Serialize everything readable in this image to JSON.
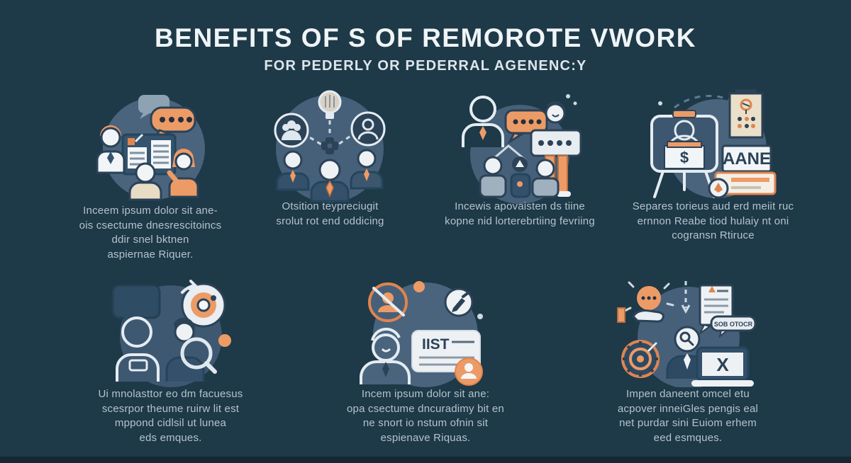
{
  "header": {
    "title": "BENEFITS OF S OF REMOROTE VWORK",
    "subtitle": "FOR PEDERLY OR PEDERRAL AGENENC:Y"
  },
  "colors": {
    "background": "#1e3947",
    "bottom_strip": "#172631",
    "bubble_circle": "#46607a",
    "accent_orange": "#ed9b66",
    "dark_navy": "#2b4257",
    "line_light": "#e4ecf2",
    "cream": "#eadfc9",
    "caption_text": "#b4c3cf"
  },
  "tiles": [
    {
      "id": "team-collaboration",
      "icon": "team-whiteboard-collaboration-icon",
      "caption": "Inceem ipsum dolor sit ane-\nois csectume dnesrescitoincs\nddir snel bktnen\naspiernae Riquer."
    },
    {
      "id": "idea-network",
      "icon": "idea-network-team-icon",
      "caption": "Otsition teypreciugit\nsrolut rot end oddicing"
    },
    {
      "id": "presentation-audience",
      "icon": "speaker-audience-icon",
      "caption": "Incewis apovaisten ds tiine\nkopne nid lorterebrtiing fevriing"
    },
    {
      "id": "finance-board",
      "icon": "finance-presentation-icon",
      "dollar": "$",
      "card_text": "AANE",
      "caption": "Separes torieus aud erd meiit ruc\nernnon Reabe tiod hulaiy nt oni\ncogransn Rtiruce"
    },
    {
      "id": "search-review",
      "icon": "search-feedback-icon",
      "caption": "Ui mnolasttor eo dm facuesus\nscesrpor theume ruirw lit est\nmppond cidlsil ut lunea\neds emques."
    },
    {
      "id": "profile-document",
      "icon": "profile-document-icon",
      "card_text": "IIST",
      "caption": "Incem ipsum dolor sit ane:\nopa csectume dncuradimy bit en\nne snort io nstum ofnin sit\nespienave Riquas."
    },
    {
      "id": "decision-alerts",
      "icon": "decision-alerts-icon",
      "bubble_text": "SOB OTOCR",
      "x_mark": "X",
      "caption": "Impen daneent omcel etu\nacpover inneiGles pengis eal\nnet purdar sini Euiom erhem\need esmques."
    }
  ]
}
